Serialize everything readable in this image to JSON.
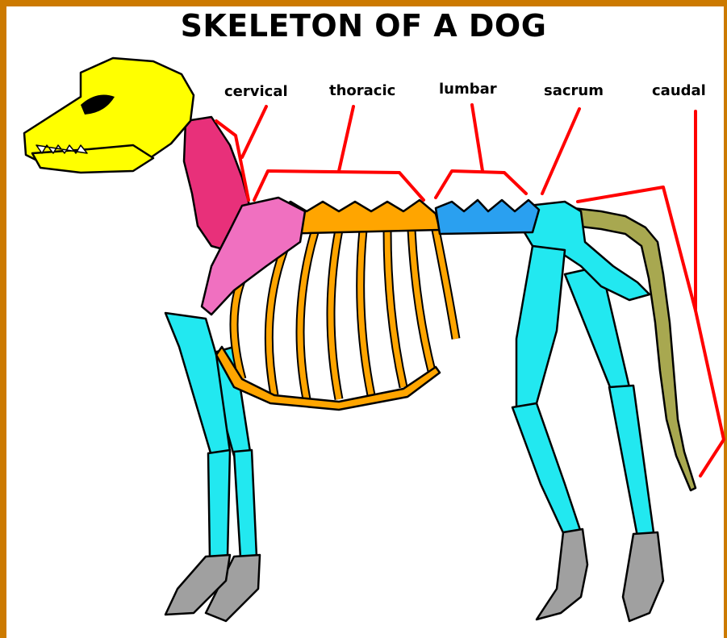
{
  "title": "SKELETON OF A DOG",
  "labels": {
    "cervical": "cervical",
    "thoracic": "thoracic",
    "lumbar": "lumbar",
    "sacrum": "sacrum",
    "caudal": "caudal"
  },
  "colors": {
    "border": "#cc7a00",
    "skull": "#ffff00",
    "cervical": "#e8307a",
    "scapula": "#f070c0",
    "ribs": "#ffa500",
    "lumbar": "#2aa0f0",
    "limbs": "#22e8f0",
    "caudal": "#a8a850",
    "paws": "#a0a0a0",
    "leader_lines": "#ff0000"
  }
}
